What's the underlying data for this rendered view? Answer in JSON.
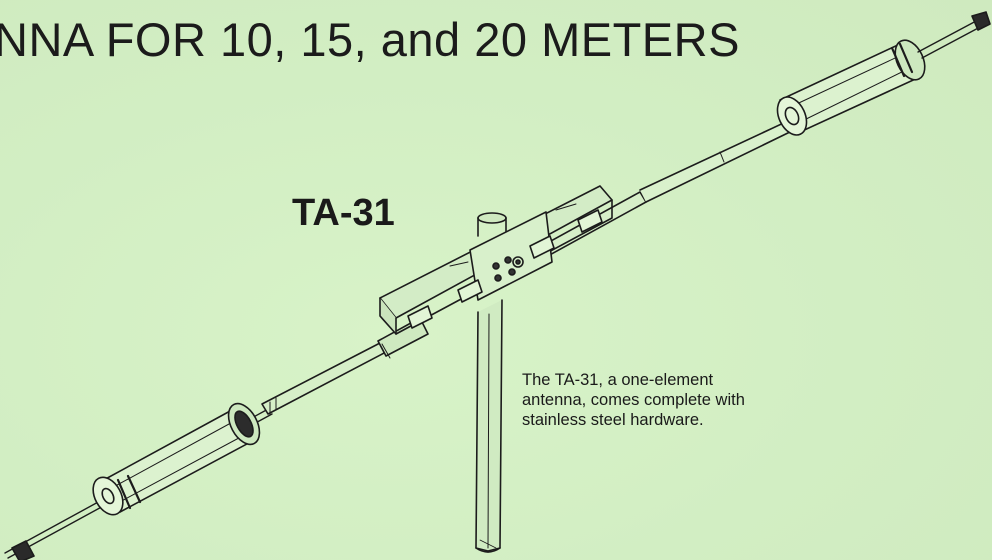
{
  "headline": "NNA FOR 10, 15, and 20 METERS",
  "model_label": "TA-31",
  "caption": {
    "line1": "The TA-31, a one-element",
    "line2": "antenna, comes complete with",
    "line3": "stainless steel hardware."
  },
  "colors": {
    "background": "#d4f0c4",
    "ink": "#1a1a1a"
  }
}
